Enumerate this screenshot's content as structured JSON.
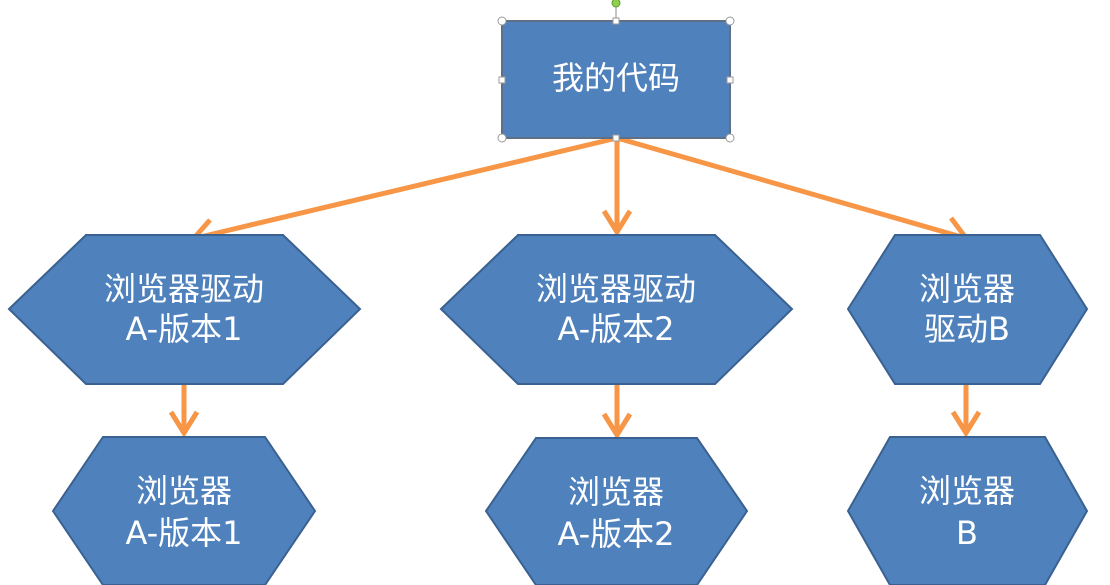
{
  "colors": {
    "node_fill": "#4f81bd",
    "node_text": "#ffffff",
    "connector": "#f79646"
  },
  "root": {
    "label": "我的代码",
    "selected": true
  },
  "drivers": [
    {
      "line1": "浏览器驱动",
      "line2": "A-版本1"
    },
    {
      "line1": "浏览器驱动",
      "line2": "A-版本2"
    },
    {
      "line1": "浏览器",
      "line2": "驱动B"
    }
  ],
  "browsers": [
    {
      "line1": "浏览器",
      "line2": "A-版本1"
    },
    {
      "line1": "浏览器",
      "line2": "A-版本2"
    },
    {
      "line1": "浏览器",
      "line2": "B"
    }
  ]
}
